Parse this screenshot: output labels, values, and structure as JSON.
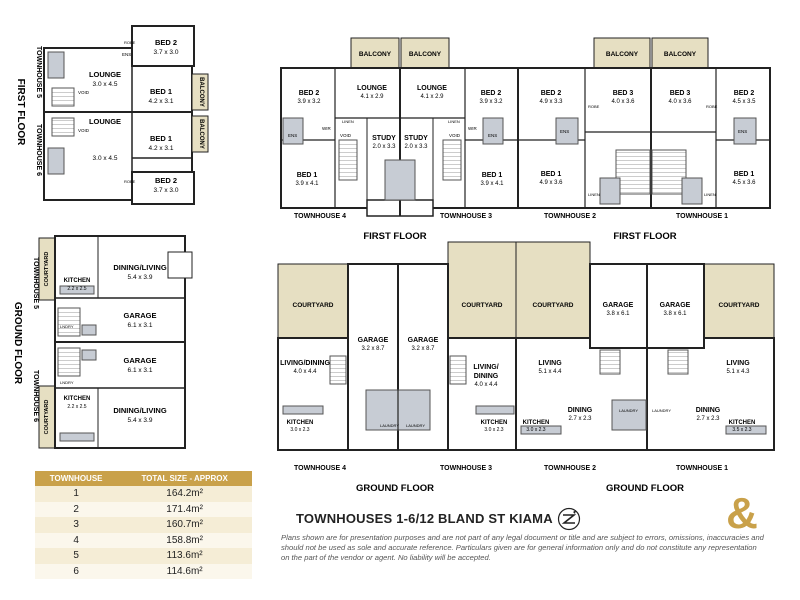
{
  "title": "TOWNHOUSES 1-6/12 BLAND ST KIAMA",
  "disclaimer": "Plans shown are for presentation purposes and are not part of any legal document or title and are subject to errors, omissions, inaccuracies and should not be used as sole and accurate reference. Particulars given are for general information only and do not constitute any representation on the part of the vendor or agent. No liability will be accepted.",
  "colors": {
    "gold": "#c9a14a",
    "beige": "#e6dfc2",
    "wall": "#222222",
    "grey": "#c7ccd4",
    "floor": "#ffffff"
  },
  "icons": {
    "compass": "north-arrow-icon",
    "logo": "ampersand-logo-icon"
  },
  "size_table": {
    "headers": [
      "TOWNHOUSE",
      "TOTAL SIZE - APPROX"
    ],
    "rows": [
      {
        "townhouse": "1",
        "size": "164.2m²"
      },
      {
        "townhouse": "2",
        "size": "171.4m²"
      },
      {
        "townhouse": "3",
        "size": "160.7m²"
      },
      {
        "townhouse": "4",
        "size": "158.8m²"
      },
      {
        "townhouse": "5",
        "size": "113.6m²"
      },
      {
        "townhouse": "6",
        "size": "114.6m²"
      }
    ]
  },
  "floor_labels": {
    "first_floor": "FIRST FLOOR",
    "ground_floor": "GROUND FLOOR"
  },
  "side_labels": {
    "th5": "TOWNHOUSE 5",
    "th6": "TOWNHOUSE 6"
  },
  "townhouse_labels": {
    "th1": "TOWNHOUSE 1",
    "th2": "TOWNHOUSE 2",
    "th3": "TOWNHOUSE 3",
    "th4": "TOWNHOUSE 4"
  },
  "rooms": {
    "bed2": "BED 2",
    "bed1": "BED 1",
    "bed3": "BED 3",
    "lounge": "LOUNGE",
    "study": "STUDY",
    "balcony": "BALCONY",
    "courtyard": "COURTYARD",
    "garage": "GARAGE",
    "dining_living": "DINING/LIVING",
    "living_dining": "LIVING/DINING",
    "living": "LIVING",
    "living_slash": "LIVING/",
    "dining_word": "DINING",
    "dining": "DINING",
    "kitchen": "KITCHEN",
    "laundry": "LAUNDRY",
    "void": "VOID",
    "linen": "LINEN",
    "ens": "ENS",
    "wir": "WIR",
    "robe": "ROBE",
    "lndry": "LNDRY"
  },
  "dims": {
    "d37x30": "3.7 x 3.0",
    "d30x45": "3.0 x 4.5",
    "d42x31": "4.2 x 3.1",
    "d54x39": "5.4 x 3.9",
    "d22x25": "2.2 x 2.5",
    "d61x31": "6.1 x 3.1",
    "d39x32": "3.9 x 3.2",
    "d41x29": "4.1 x 2.9",
    "d20x33": "2.0 x 3.3",
    "d39x41": "3.9 x 4.1",
    "d49x33": "4.9 x 3.3",
    "d40x36": "4.0 x 3.6",
    "d45x35": "4.5 x 3.5",
    "d49x36": "4.9 x 3.6",
    "d45x36": "4.5 x 3.6",
    "d32x87": "3.2 x 8.7",
    "d40x44": "4.0 x 4.4",
    "d30x23": "3.0 x 2.3",
    "d51x44": "5.1 x 4.4",
    "d27x23": "2.7 x 2.3",
    "d38x61": "3.8 x 6.1",
    "d51x43": "5.1 x 4.3",
    "d35x23": "3.5 x 2.3"
  }
}
